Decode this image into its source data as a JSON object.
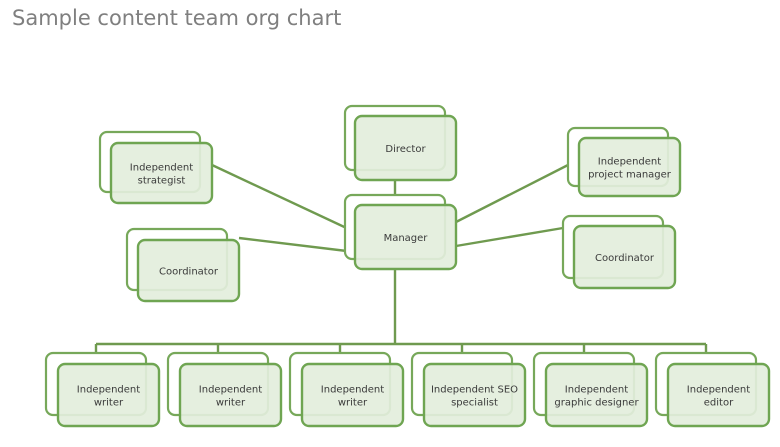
{
  "title": "Sample content team org chart",
  "nodes": {
    "director": [
      "Director"
    ],
    "manager": [
      "Manager"
    ],
    "strategist": [
      "Independent",
      "strategist"
    ],
    "coordinator_left": [
      "Coordinator"
    ],
    "project_manager": [
      "Independent",
      "project manager"
    ],
    "coordinator_right": [
      "Coordinator"
    ],
    "writer1": [
      "Independent",
      "writer"
    ],
    "writer2": [
      "Independent",
      "writer"
    ],
    "writer3": [
      "Independent",
      "writer"
    ],
    "seo": [
      "Independent SEO",
      "specialist"
    ],
    "designer": [
      "Independent",
      "graphic designer"
    ],
    "editor": [
      "Independent",
      "editor"
    ]
  },
  "colors": {
    "border": "#6fa552",
    "fill": "#e3eedc",
    "title": "#7f7f7f"
  }
}
